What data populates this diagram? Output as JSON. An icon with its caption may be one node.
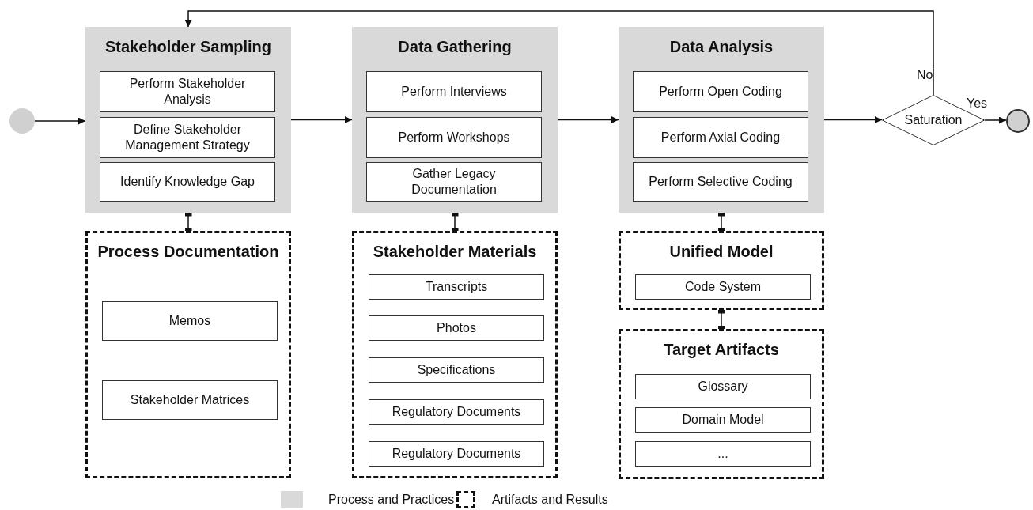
{
  "diagram": {
    "nodes": [
      {
        "text": [],
        "shape": "circle"
      },
      {
        "text": [
          "Stakeholder Sampling"
        ]
      },
      {
        "text": [
          "Perform Stakeholder Analysis"
        ],
        "in": 1
      },
      {
        "text": [
          "Define Stakeholder Management Strategy"
        ],
        "in": 1
      },
      {
        "text": [
          "Identify Knowledge Gap"
        ],
        "in": 1
      },
      {
        "text": [
          "Data Gathering"
        ]
      },
      {
        "text": [
          "Perform Interviews"
        ],
        "in": 5
      },
      {
        "text": [
          "Perform Workshops"
        ],
        "in": 5
      },
      {
        "text": [
          "Gather Legacy Documentation"
        ],
        "in": 5
      },
      {
        "text": [
          "Data Analysis"
        ]
      },
      {
        "text": [
          "Perform Open Coding"
        ],
        "in": 9
      },
      {
        "text": [
          "Perform Axial Coding"
        ],
        "in": 9
      },
      {
        "text": [
          "Perform Selective Coding"
        ],
        "in": 9
      },
      {
        "text": [
          "Saturation"
        ]
      },
      {
        "text": [],
        "shape": "circle"
      },
      {
        "text": [
          "Process Documentation"
        ]
      },
      {
        "text": [
          "Memos"
        ],
        "in": 15
      },
      {
        "text": [
          "Stakeholder Matrices"
        ],
        "in": 15
      },
      {
        "text": [
          "Stakeholder Materials"
        ]
      },
      {
        "text": [
          "Transcripts"
        ],
        "in": 18
      },
      {
        "text": [
          "Photos"
        ],
        "in": 18
      },
      {
        "text": [
          "Specifications"
        ],
        "in": 18
      },
      {
        "text": [
          "Regulatory Documents"
        ],
        "in": 18
      },
      {
        "text": [
          "Regulatory Documents"
        ],
        "in": 18
      },
      {
        "text": [
          "Unified Model"
        ]
      },
      {
        "text": [
          "Code System"
        ],
        "in": 24
      },
      {
        "text": [
          "Target Artifacts"
        ]
      },
      {
        "text": [
          "Glossary"
        ],
        "in": 26
      },
      {
        "text": [
          "Domain Model"
        ],
        "in": 26
      },
      {
        "text": [
          "..."
        ],
        "in": 26
      }
    ],
    "edges": [
      {
        "from": 0,
        "to": 1,
        "arrow": "to"
      },
      {
        "from": 1,
        "to": 5,
        "arrow": "to"
      },
      {
        "from": 5,
        "to": 9,
        "arrow": "to"
      },
      {
        "from": 9,
        "to": 13,
        "arrow": "to"
      },
      {
        "from": 13,
        "to": 14,
        "arrow": "to",
        "label": "Yes"
      },
      {
        "from": 13,
        "to": 1,
        "arrow": "to",
        "label": "No"
      },
      {
        "from": 1,
        "to": 15,
        "arrow": "other"
      },
      {
        "from": 5,
        "to": 18,
        "arrow": "other"
      },
      {
        "from": 9,
        "to": 24,
        "arrow": "other"
      },
      {
        "from": 24,
        "to": 26,
        "arrow": "other"
      }
    ],
    "legend": [
      {
        "text": "Process and Practices",
        "color": "#d9d9d9"
      },
      {
        "text": "Artifacts and Results"
      }
    ]
  }
}
